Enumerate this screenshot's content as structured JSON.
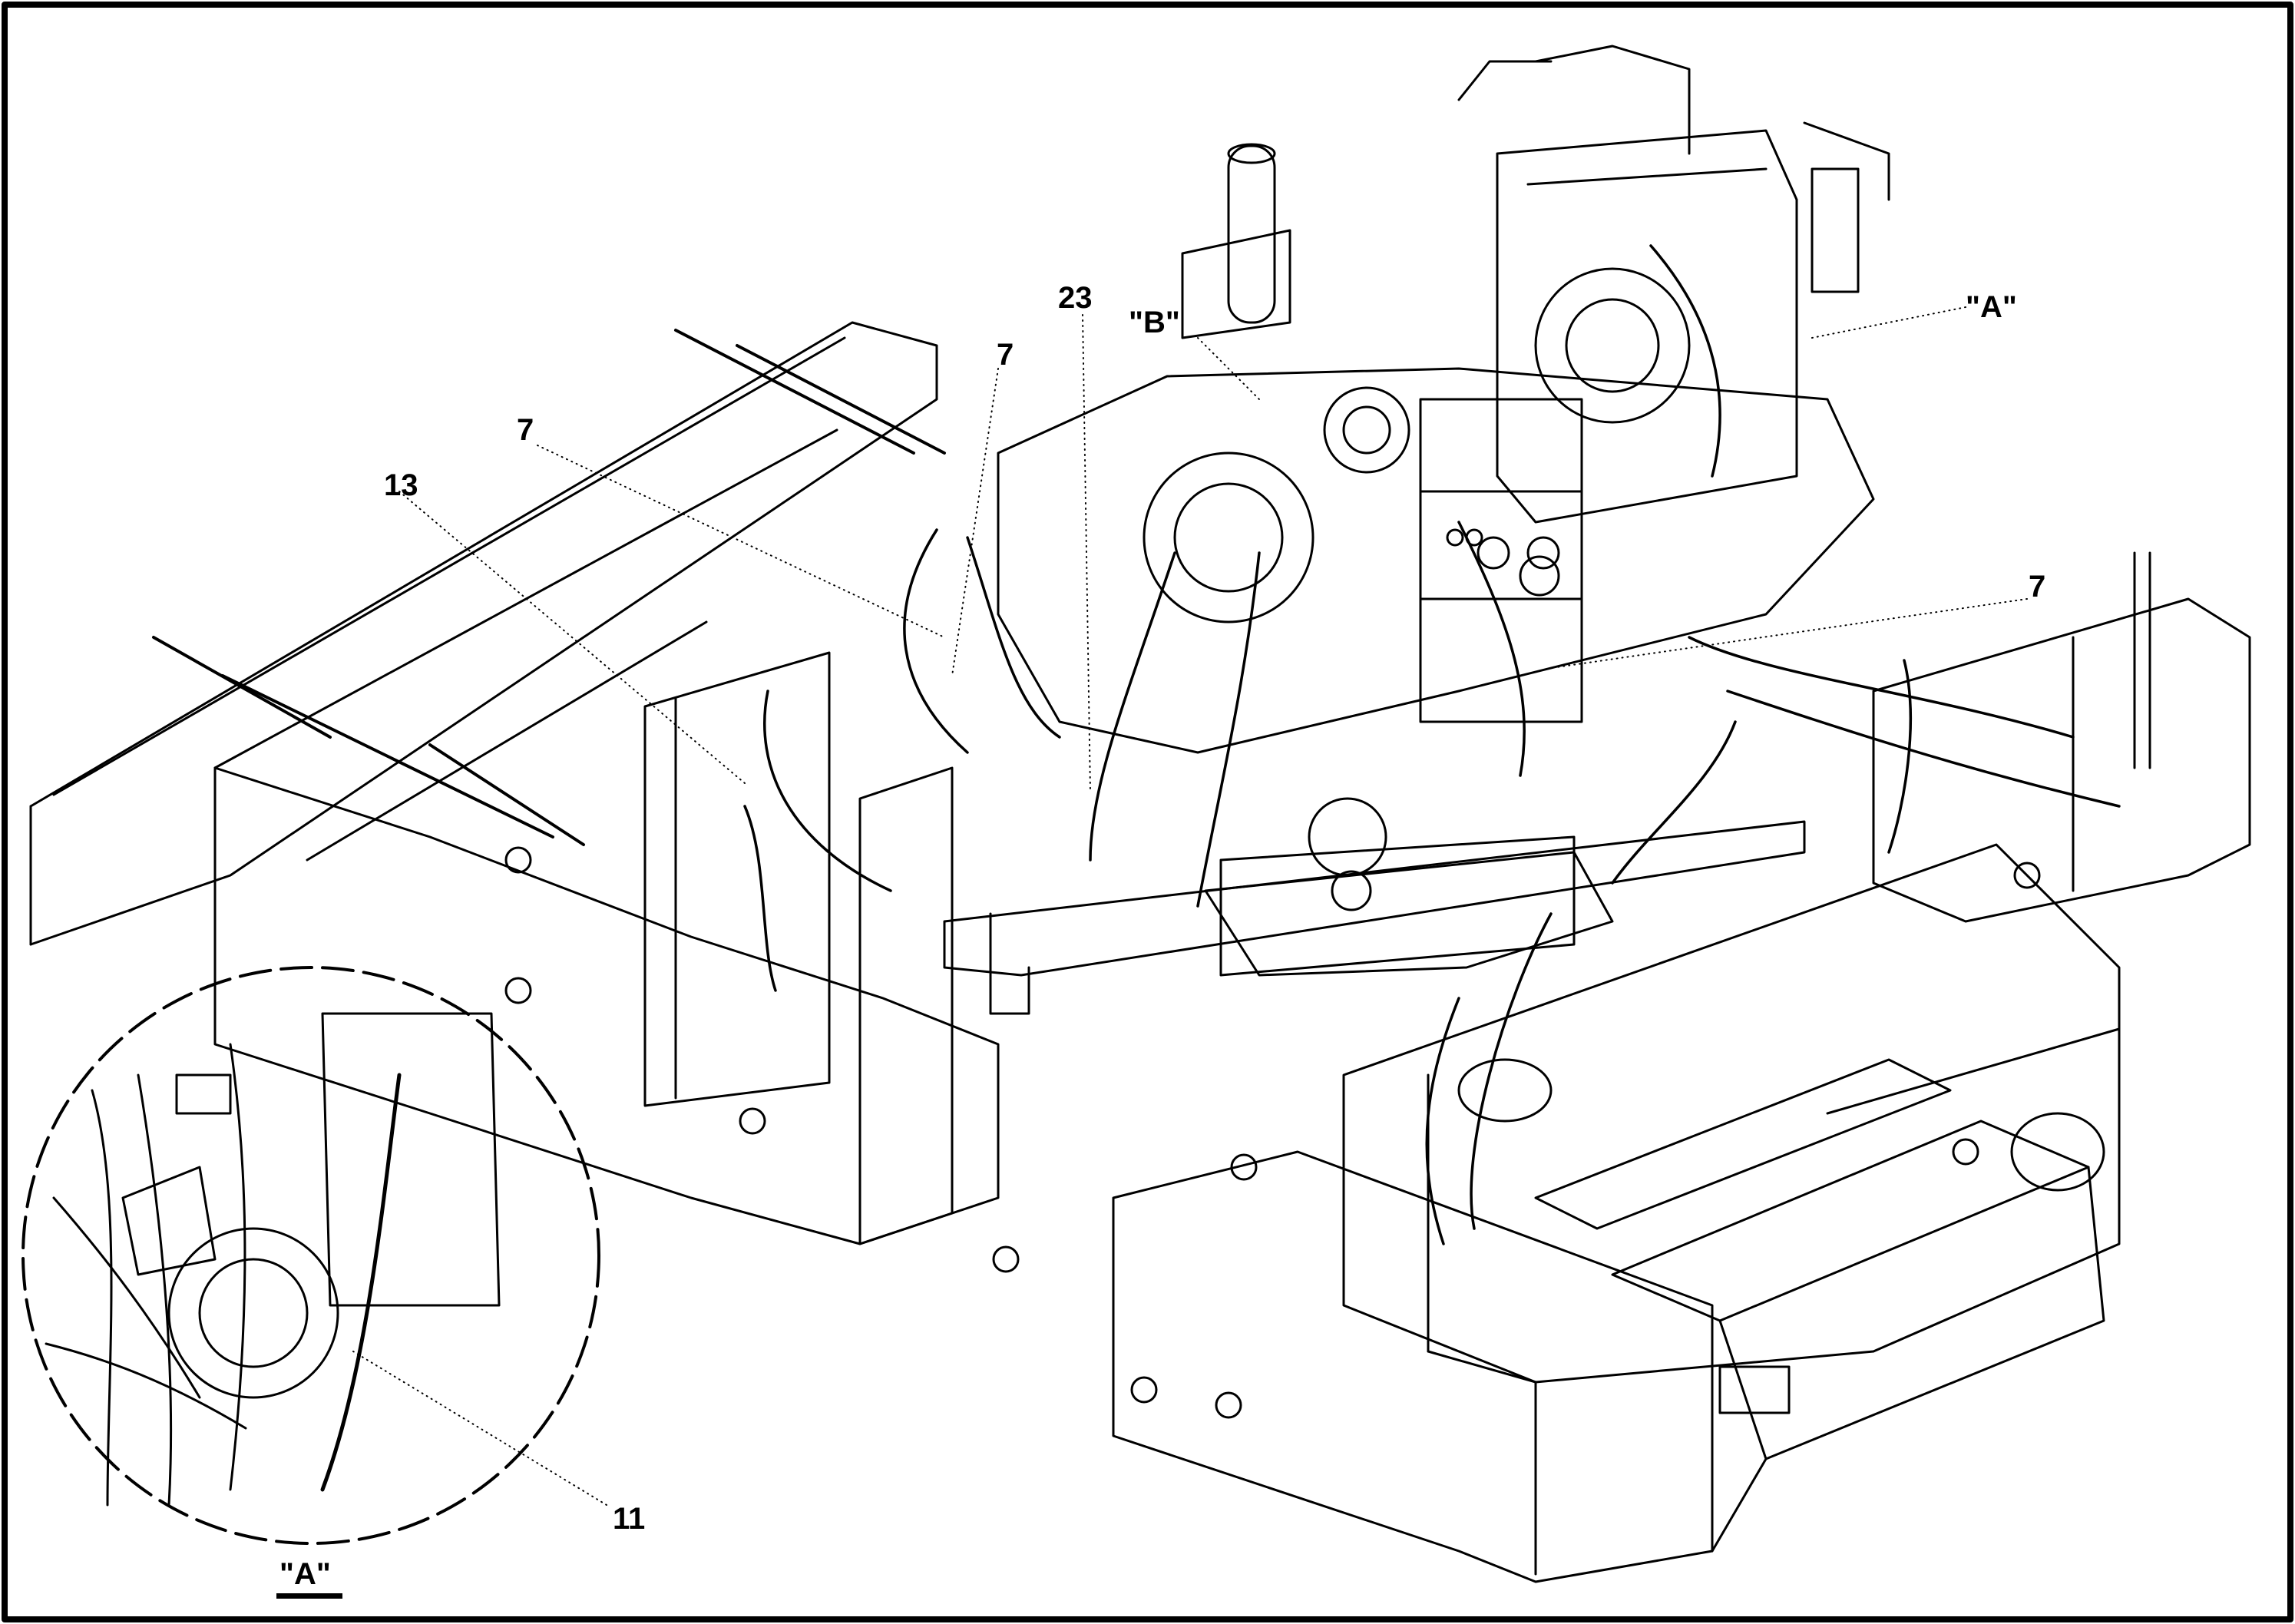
{
  "callouts": {
    "c13": "13",
    "c7_left": "7",
    "c7_mid": "7",
    "c23": "23",
    "cB": "\"B\"",
    "cA_top": "\"A\"",
    "c7_right": "7",
    "c11": "11"
  },
  "detail_caption": "\"A\"",
  "colors": {
    "line": "#000000",
    "paper": "#ffffff"
  }
}
